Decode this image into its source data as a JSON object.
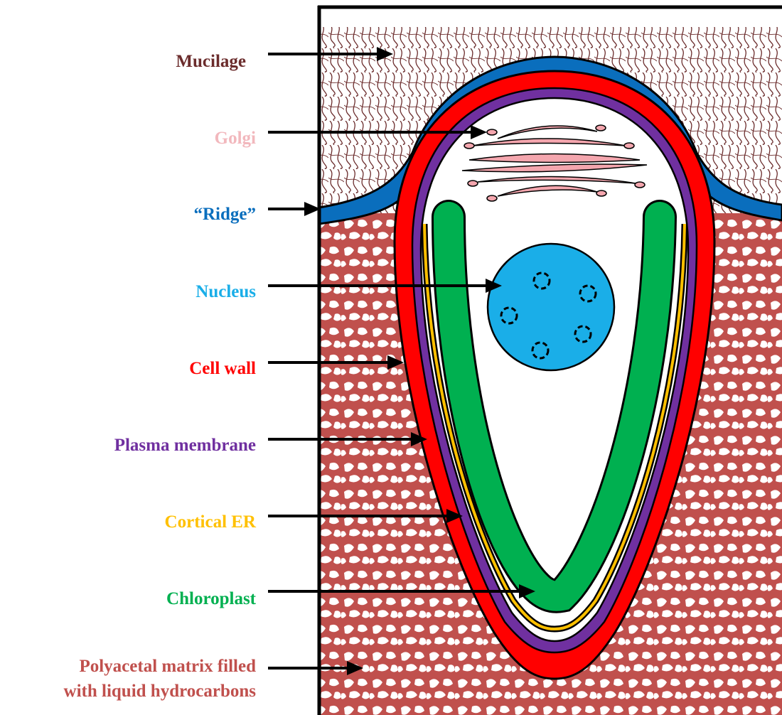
{
  "labels": {
    "mucilage": "Mucilage",
    "golgi": "Golgi",
    "ridge": "“Ridge”",
    "nucleus": "Nucleus",
    "cell_wall": "Cell wall",
    "plasma_membrane": "Plasma membrane",
    "cortical_er": "Cortical ER",
    "chloroplast": "Chloroplast",
    "matrix_line1": "Polyacetal matrix filled",
    "matrix_line2": "with liquid hydrocarbons"
  },
  "colors": {
    "mucilage": "#6B2C2C",
    "golgi": "#F2B8BD",
    "ridge": "#0A6EBD",
    "nucleus": "#1AAEE8",
    "cell_wall": "#FF0000",
    "plasma_membrane": "#7030A0",
    "cortical_er": "#FFC000",
    "chloroplast": "#00B050",
    "matrix": "#C0504D",
    "golgi_fill": "#F4A6AE"
  }
}
